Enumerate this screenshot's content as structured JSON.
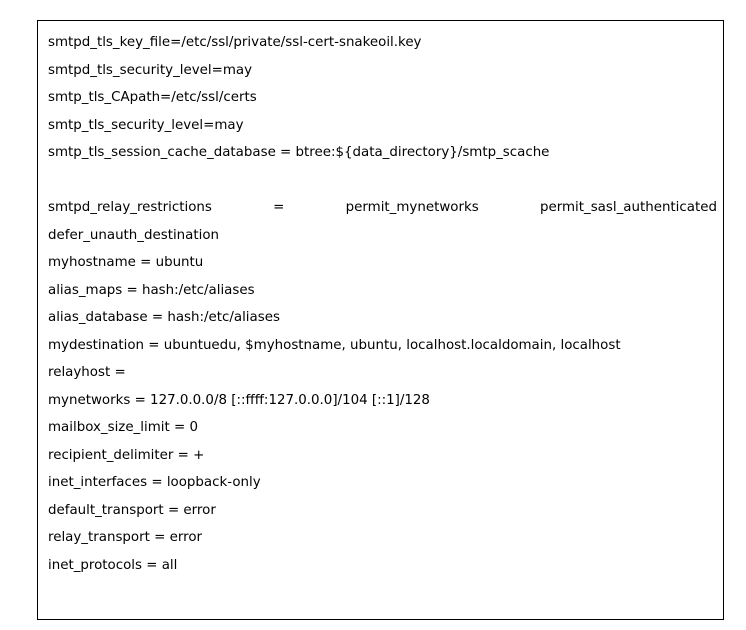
{
  "document": {
    "lines": [
      "smtpd_tls_key_file=/etc/ssl/private/ssl-cert-snakeoil.key",
      "smtpd_tls_security_level=may",
      "smtp_tls_CApath=/etc/ssl/certs",
      "smtp_tls_security_level=may",
      "smtp_tls_session_cache_database = btree:${data_directory}/smtp_scache",
      "",
      "",
      "defer_unauth_destination",
      "myhostname = ubuntu",
      "alias_maps = hash:/etc/aliases",
      "alias_database = hash:/etc/aliases",
      "mydestination = ubuntuedu, $myhostname, ubuntu, localhost.localdomain, localhost",
      "relayhost =",
      "mynetworks = 127.0.0.0/8 [::ffff:127.0.0.0]/104 [::1]/128",
      "mailbox_size_limit = 0",
      "recipient_delimiter = +",
      "inet_interfaces = loopback-only",
      "default_transport = error",
      "relay_transport = error",
      "inet_protocols = all"
    ],
    "relay_line": {
      "key": "smtpd_relay_restrictions",
      "eq": "=",
      "value1": "permit_mynetworks",
      "value2": "permit_sasl_authenticated"
    }
  }
}
